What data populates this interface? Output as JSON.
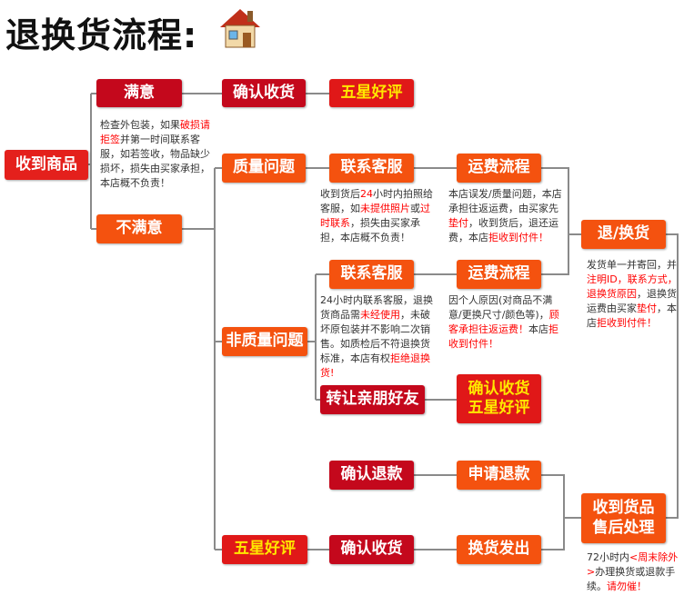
{
  "title": "退换货流程:",
  "boxes": {
    "received": "收到商品",
    "satisfied": "满意",
    "confirm_top": "确认收货",
    "five_star_top": "五星好评",
    "quality": "质量问题",
    "contact1": "联系客服",
    "freight1": "运费流程",
    "unsatisfied": "不满意",
    "return_exchange": "退/换货",
    "contact2": "联系客服",
    "freight2": "运费流程",
    "non_quality": "非质量问题",
    "transfer": "转让亲朋好友",
    "confirm_mid_1": "确认收货",
    "confirm_mid_2": "五星好评",
    "confirm_refund": "确认退款",
    "apply_refund": "申请退款",
    "after_sale_1": "收到货品",
    "after_sale_2": "售后处理",
    "five_star_bottom": "五星好评",
    "confirm_bottom": "确认收货",
    "exchange_shipped": "换货发出"
  },
  "notes": {
    "inspect": [
      "检查外包装，如果",
      "破损请拒签",
      "并第一时间联系客服，如若签收，物品缺少损坏，损失由买家承担，本店概不负责！"
    ],
    "contact1": [
      "收到货后",
      "24",
      "小时内拍照给客服，如",
      "未提供照片",
      "或",
      "过时联系",
      "，损失由买家承担，本店概不负责！"
    ],
    "freight1": [
      "本店误发/质量问题，本店承担往返运费，由买家先",
      "垫付",
      "，收到货后，退还运费，本店",
      "拒收到付件！"
    ],
    "contact2": [
      "24小时内联系客服，退换货商品需",
      "未经使用",
      "，未破坏原包装并不影响二次销售。如质检后不符退换货标准，本店有权",
      "拒绝退换货!"
    ],
    "freight2": [
      "因个人原因(对商品不满意/更换尺寸/颜色等)，",
      "顾客承担往返运费！",
      "本店",
      "拒收到付件！"
    ],
    "return": [
      "发货单一并寄回，并",
      "注明ID，联系方式，退换货原因",
      "，退换货运费由买家",
      "垫付",
      "，本店",
      "拒收到付件！"
    ],
    "after_sale": [
      "72小时内",
      "<周末除外>",
      "办理换货或退款手续。",
      "请勿催！"
    ]
  }
}
